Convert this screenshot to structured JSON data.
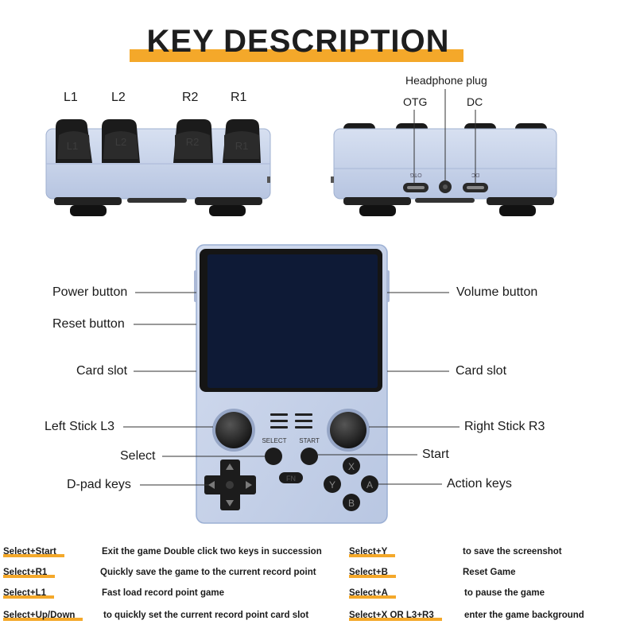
{
  "title": "KEY DESCRIPTION",
  "top_labels": {
    "l1": "L1",
    "l2": "L2",
    "r2": "R2",
    "r1": "R1",
    "headphone": "Headphone plug",
    "otg": "OTG",
    "dc": "DC"
  },
  "device_prints": {
    "l1": "L1",
    "l2": "L2",
    "r2": "R2",
    "r1": "R1",
    "otg": "OTG",
    "dc": "DC",
    "select": "SELECT",
    "start": "START",
    "x": "X",
    "y": "Y",
    "a": "A",
    "b": "B",
    "fn": "FN"
  },
  "callouts": {
    "power": "Power button",
    "reset": "Reset button",
    "card_left": "Card slot",
    "left_stick": "Left Stick L3",
    "select": "Select",
    "dpad": "D-pad keys",
    "volume": "Volume button",
    "card_right": "Card slot",
    "right_stick": "Right Stick R3",
    "start": "Start",
    "action": "Action keys"
  },
  "shortcuts": [
    {
      "combo": "Select+Start",
      "desc": "Exit the game Double click two keys in succession"
    },
    {
      "combo": "Select+R1",
      "desc": "Quickly save the game to the current record point"
    },
    {
      "combo": "Select+L1",
      "desc": "Fast load record point game"
    },
    {
      "combo": "Select+Up/Down",
      "desc": "to quickly set the current record point card slot"
    },
    {
      "combo": "Select+Y",
      "desc": "to save the screenshot"
    },
    {
      "combo": "Select+B",
      "desc": "Reset Game"
    },
    {
      "combo": "Select+A",
      "desc": "to pause the game"
    },
    {
      "combo": "Select+X OR L3+R3",
      "desc": "enter the game background"
    }
  ],
  "colors": {
    "accent": "#f4a82a",
    "device_body": "#c3d0e8",
    "screen": "#0e1a36",
    "button": "#1c1c1c"
  }
}
